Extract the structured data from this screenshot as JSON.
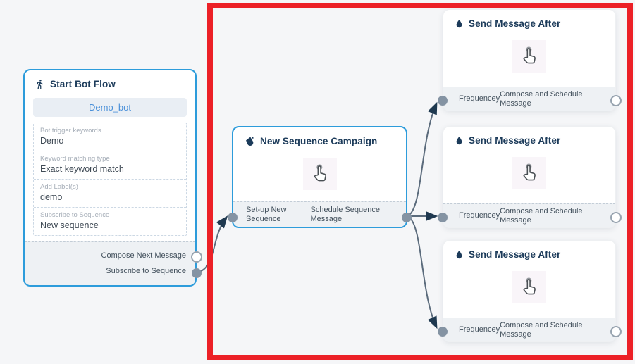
{
  "colors": {
    "highlight_rect": "#ec2027",
    "node_border_blue": "#2d9cdb",
    "title_navy": "#1c3b5a",
    "connector_gray": "#5b6b7c",
    "arrowhead_navy": "#1f3950",
    "port_fill_gray": "#8493a3",
    "button_bg": "#e9eef4",
    "button_text": "#4a90d9",
    "canvas_bg": "#f5f6f8"
  },
  "icons": {
    "start_node": "walking-person-icon",
    "campaign_node": "ink-drop-pour-icon",
    "send_node": "water-drop-icon",
    "node_body": "tap-hand-cursor-icon"
  },
  "start_node": {
    "title": "Start Bot Flow",
    "bot_button": "Demo_bot",
    "fields": [
      {
        "label": "Bot trigger keywords",
        "value": "Demo"
      },
      {
        "label": "Keyword matching type",
        "value": "Exact keyword match"
      },
      {
        "label": "Add Label(s)",
        "value": "demo"
      },
      {
        "label": "Subscribe to Sequence",
        "value": "New sequence"
      }
    ],
    "outputs": [
      {
        "label": "Compose Next Message",
        "connected": false
      },
      {
        "label": "Subscribe to Sequence",
        "connected": true
      }
    ]
  },
  "campaign_node": {
    "title": "New Sequence Campaign",
    "input_label": "Set-up New Sequence",
    "output_label": "Schedule Sequence Message"
  },
  "send_nodes": [
    {
      "title": "Send Message After",
      "input_label": "Frequencey",
      "output_label": "Compose and Schedule Message"
    },
    {
      "title": "Send Message After",
      "input_label": "Frequencey",
      "output_label": "Compose and Schedule Message"
    },
    {
      "title": "Send Message After",
      "input_label": "Frequencey",
      "output_label": "Compose and Schedule Message"
    }
  ]
}
